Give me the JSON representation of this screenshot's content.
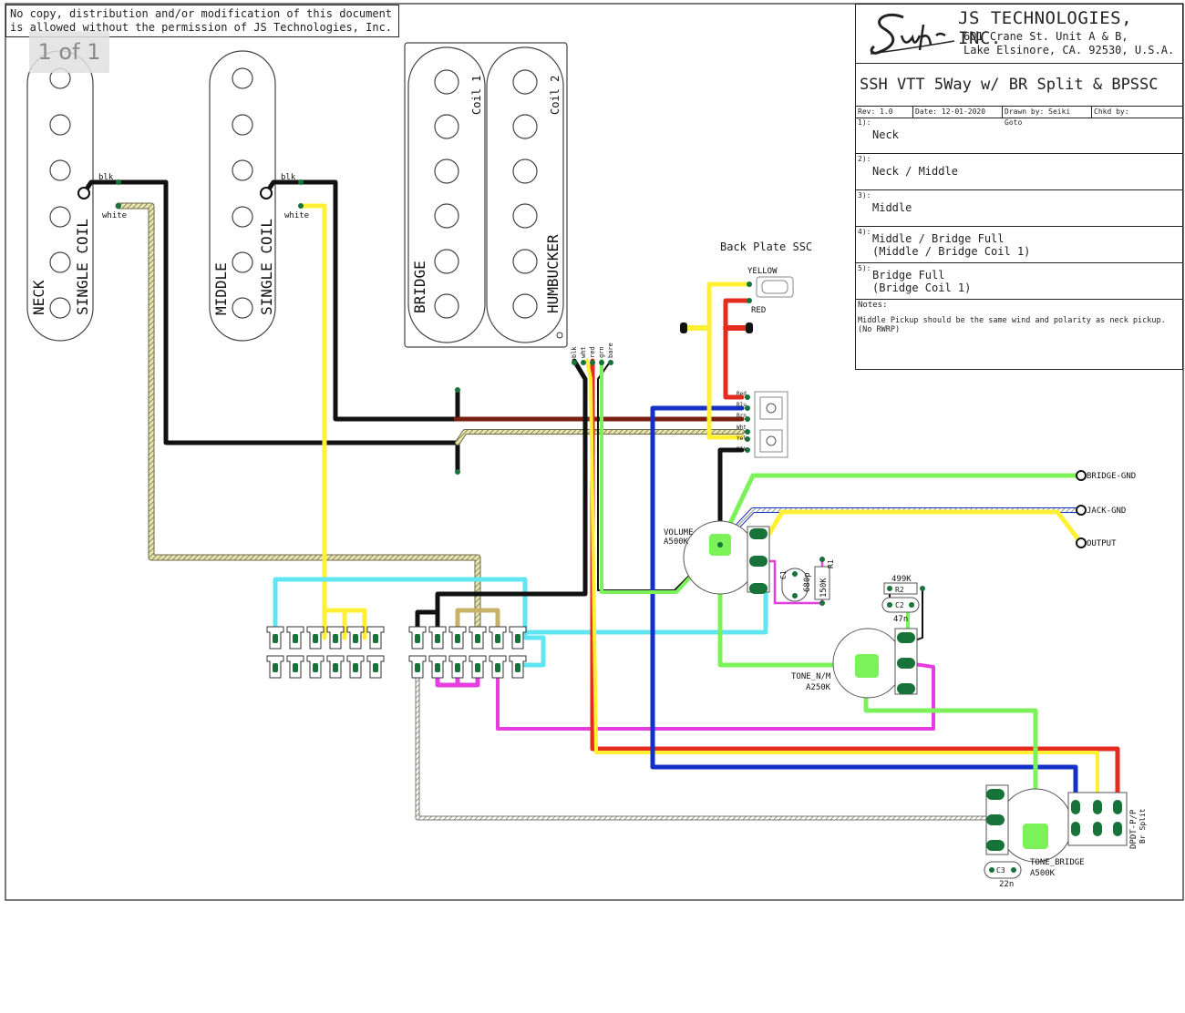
{
  "notice": {
    "line1": "No copy, distribution and/or modification of this document",
    "line2": "is allowed without the permission of JS Technologies, Inc."
  },
  "page_badge": "1 of 1",
  "title_block": {
    "company": "JS TECHNOLOGIES, INC.",
    "address_line1": "601 Crane St. Unit A & B,",
    "address_line2": "Lake Elsinore, CA. 92530, U.S.A.",
    "drawing_title": "SSH VTT 5Way w/ BR Split & BPSSC",
    "rev": "Rev: 1.0",
    "date": "Date: 12-01-2020",
    "drawn_by": "Drawn by: Seiki Goto",
    "checked_by": "Chkd by:",
    "positions": [
      {
        "num": "1):",
        "line1": "Neck",
        "line2": ""
      },
      {
        "num": "2):",
        "line1": "Neck / Middle",
        "line2": ""
      },
      {
        "num": "3):",
        "line1": "Middle",
        "line2": ""
      },
      {
        "num": "4):",
        "line1": "Middle / Bridge Full",
        "line2": "(Middle / Bridge Coil 1)"
      },
      {
        "num": "5):",
        "line1": "Bridge Full",
        "line2": "(Bridge Coil 1)"
      }
    ],
    "notes_header": "Notes:",
    "notes_text1": "Middle Pickup should be the same wind and polarity as neck pickup.",
    "notes_text2": "(No RWRP)"
  },
  "pickups": {
    "neck": {
      "name": "NECK",
      "type": "SINGLE COIL",
      "blk": "blk",
      "white": "white"
    },
    "middle": {
      "name": "MIDDLE",
      "type": "SINGLE COIL",
      "blk": "blk",
      "white": "white"
    },
    "bridge": {
      "name": "BRIDGE",
      "type": "HUMBUCKER",
      "coil1": "Coil 1",
      "coil2": "Coil 2",
      "leads": [
        "blk",
        "wht",
        "red",
        "grn",
        "bare"
      ]
    }
  },
  "back_plate": {
    "label": "Back Plate SSC",
    "yellow": "YELLOW",
    "red": "RED",
    "terminals": [
      "Red",
      "Blu",
      "Brn",
      "Wht",
      "Yel",
      "Blk"
    ]
  },
  "outputs": {
    "bridge_gnd": "BRIDGE-GND",
    "jack_gnd": "JACK-GND",
    "output": "OUTPUT"
  },
  "components": {
    "volume": {
      "name": "VOLUME",
      "value": "A500K"
    },
    "c1": {
      "name": "C1",
      "value": "680p"
    },
    "r1": {
      "name": "R1",
      "value": "150K"
    },
    "r2": {
      "name": "R2",
      "value": "499K"
    },
    "c2": {
      "name": "C2",
      "value": "47n"
    },
    "tone_nm": {
      "name": "TONE_N/M",
      "value": "A250K"
    },
    "tone_bridge": {
      "name": "TONE_BRIDGE",
      "value": "A500K"
    },
    "c3": {
      "name": "C3",
      "value": "22n"
    },
    "dpdt": {
      "name": "DPDT-P/P",
      "sub": "Br Split"
    }
  },
  "colors": {
    "black": "#111111",
    "yellow": "#fff033",
    "red": "#e52b20",
    "blue": "#1530c8",
    "green": "#7cf25a",
    "cyan": "#5fe6f2",
    "magenta": "#e63ce0",
    "brown": "#7a2010",
    "wht_stripe": "#d6d2a4",
    "pad": "#17733a"
  }
}
